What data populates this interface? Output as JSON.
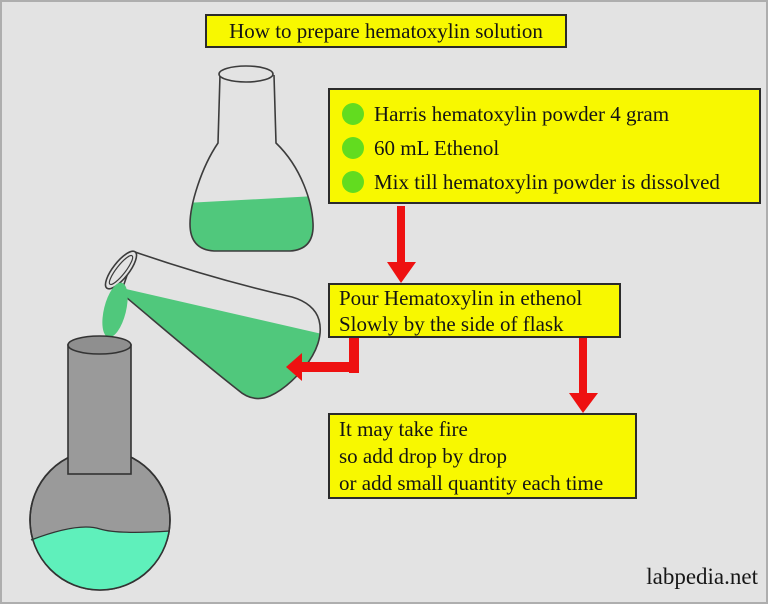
{
  "title_box": {
    "label": "How to prepare hematoxylin solution"
  },
  "ingredients_box": {
    "items": [
      {
        "label": "Harris hematoxylin powder 4 gram"
      },
      {
        "label": "60 mL Ethenol"
      },
      {
        "label": "Mix till hematoxylin powder is dissolved"
      }
    ]
  },
  "pour_box": {
    "line1": "Pour Hematoxylin in ethenol",
    "line2": "Slowly by the side of flask"
  },
  "warning_box": {
    "line1": "It may take fire",
    "line2": "so add drop by drop",
    "line3": "or add small quantity each time"
  },
  "watermark": {
    "label": "labpedia.net"
  },
  "colors": {
    "background": "#e3e3e3",
    "note_box_fill": "#f8f800",
    "note_box_border": "#2b2b2b",
    "bullet_green": "#62dc1f",
    "arrow_red": "#ee1111",
    "liquid_green": "#50c87c",
    "liquid_teal": "#5ff0bb",
    "flask_gray": "#9a9a9a"
  },
  "figures": {
    "upright_flask": "erlenmeyer-flask-with-green-solution",
    "pouring_flask": "tilted-erlenmeyer-flask-pouring-solution",
    "round_flask": "round-bottom-flask-with-teal-solution"
  }
}
